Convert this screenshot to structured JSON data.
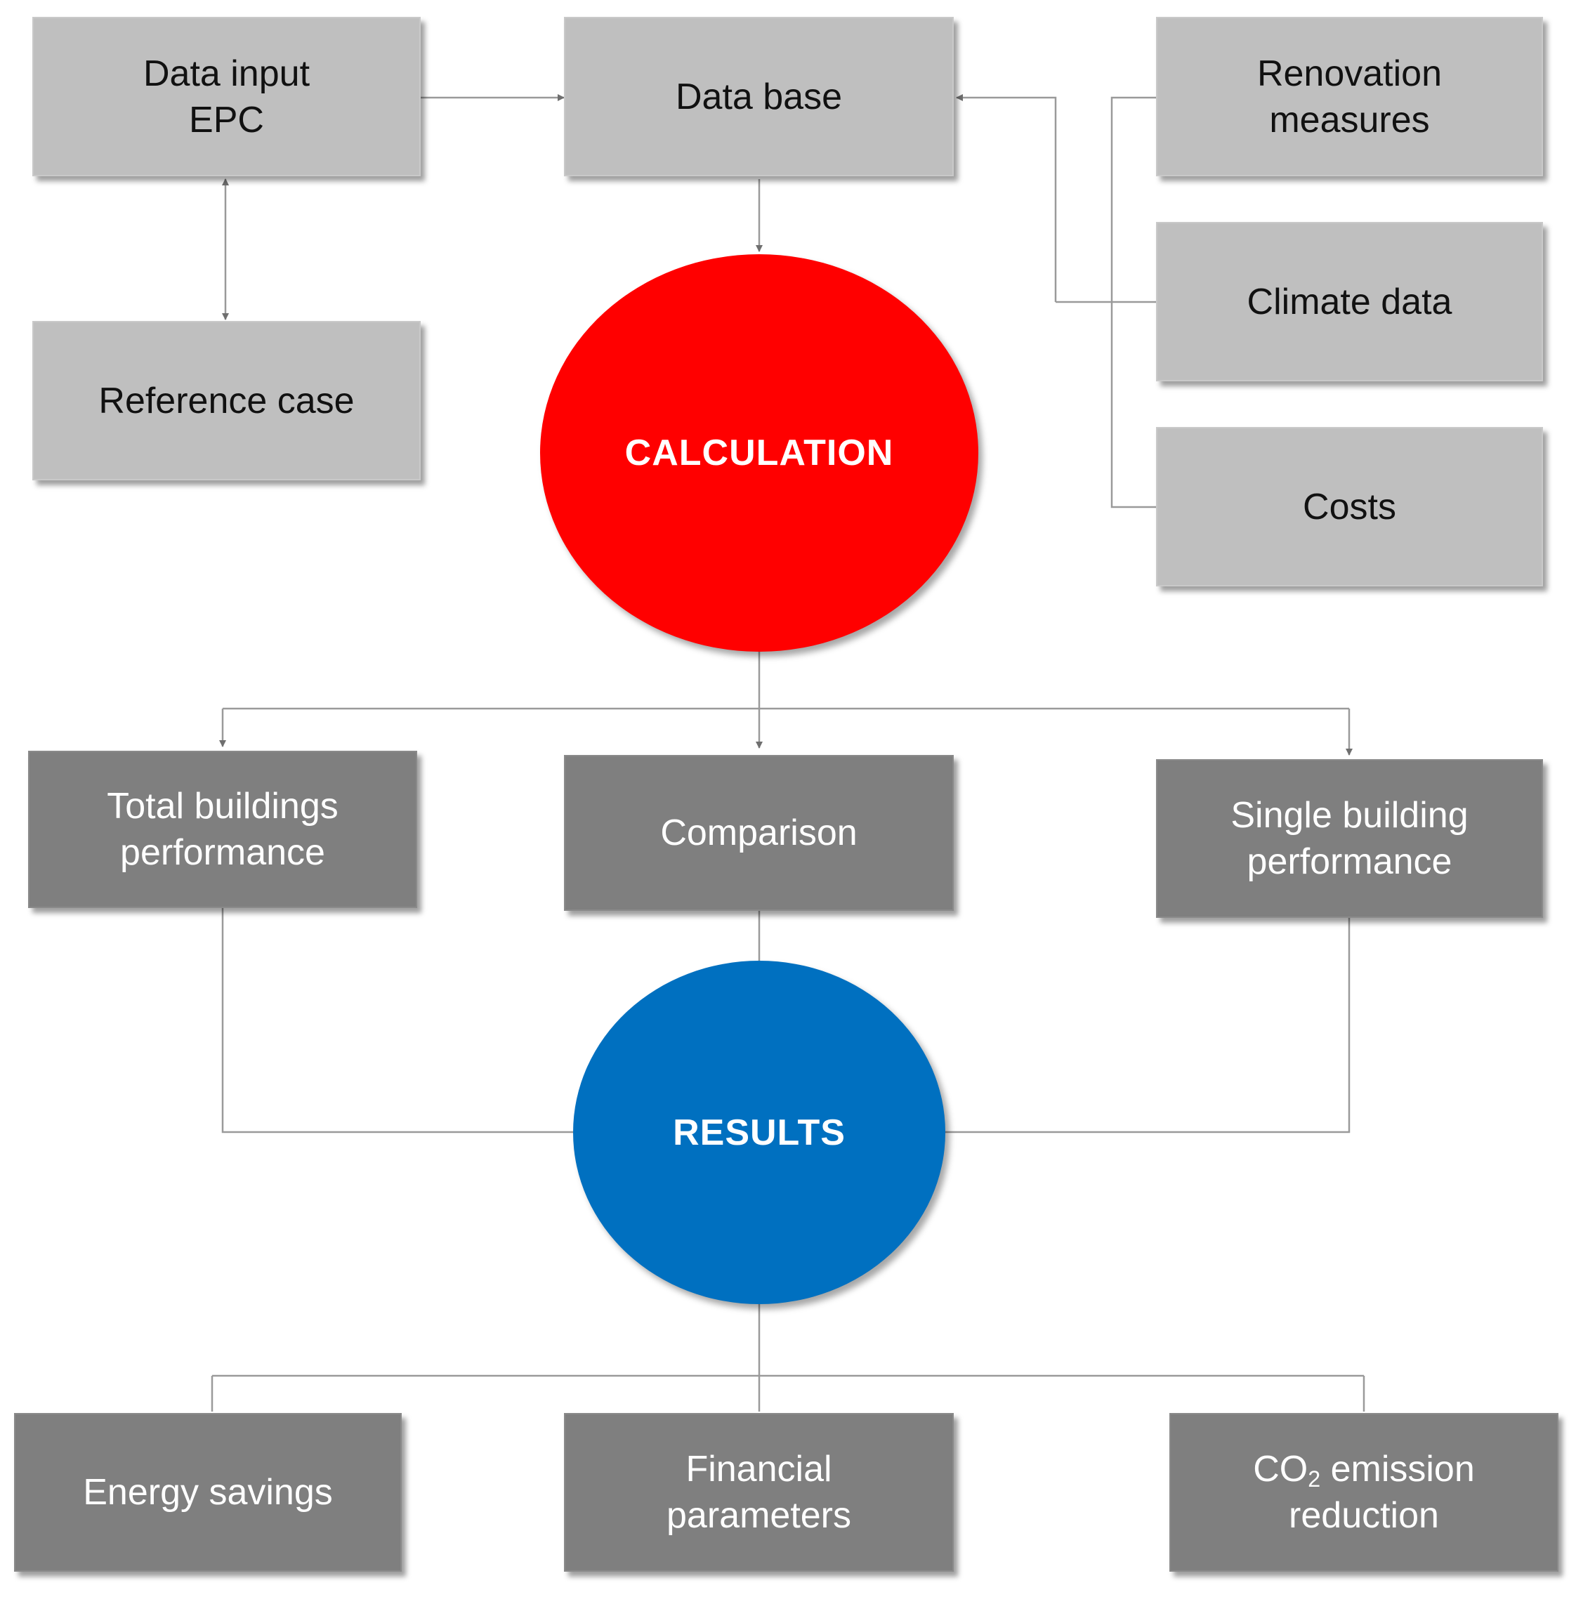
{
  "diagram": {
    "nodes": {
      "data_input_epc": {
        "label": "Data input\nEPC"
      },
      "data_base": {
        "label": "Data base"
      },
      "reference_case": {
        "label": "Reference case"
      },
      "renovation_measures": {
        "label": "Renovation\nmeasures"
      },
      "climate_data": {
        "label": "Climate data"
      },
      "costs": {
        "label": "Costs"
      },
      "calculation": {
        "label": "CALCULATION"
      },
      "total_buildings_performance": {
        "label": "Total buildings\nperformance"
      },
      "comparison": {
        "label": "Comparison"
      },
      "single_building_performance": {
        "label": "Single building\nperformance"
      },
      "results": {
        "label": "RESULTS"
      },
      "energy_savings": {
        "label": "Energy savings"
      },
      "financial_parameters": {
        "label": "Financial\nparameters"
      },
      "co2_emission_reduction": {
        "label_prefix": "CO",
        "label_sub": "2",
        "label_suffix": " emission\nreduction"
      }
    },
    "colors": {
      "light_box": "#bfbfbf",
      "dark_box": "#7f7f7f",
      "calculation_circle": "#ff0000",
      "results_circle": "#0070c0",
      "connector": "#9a9a9a"
    }
  }
}
